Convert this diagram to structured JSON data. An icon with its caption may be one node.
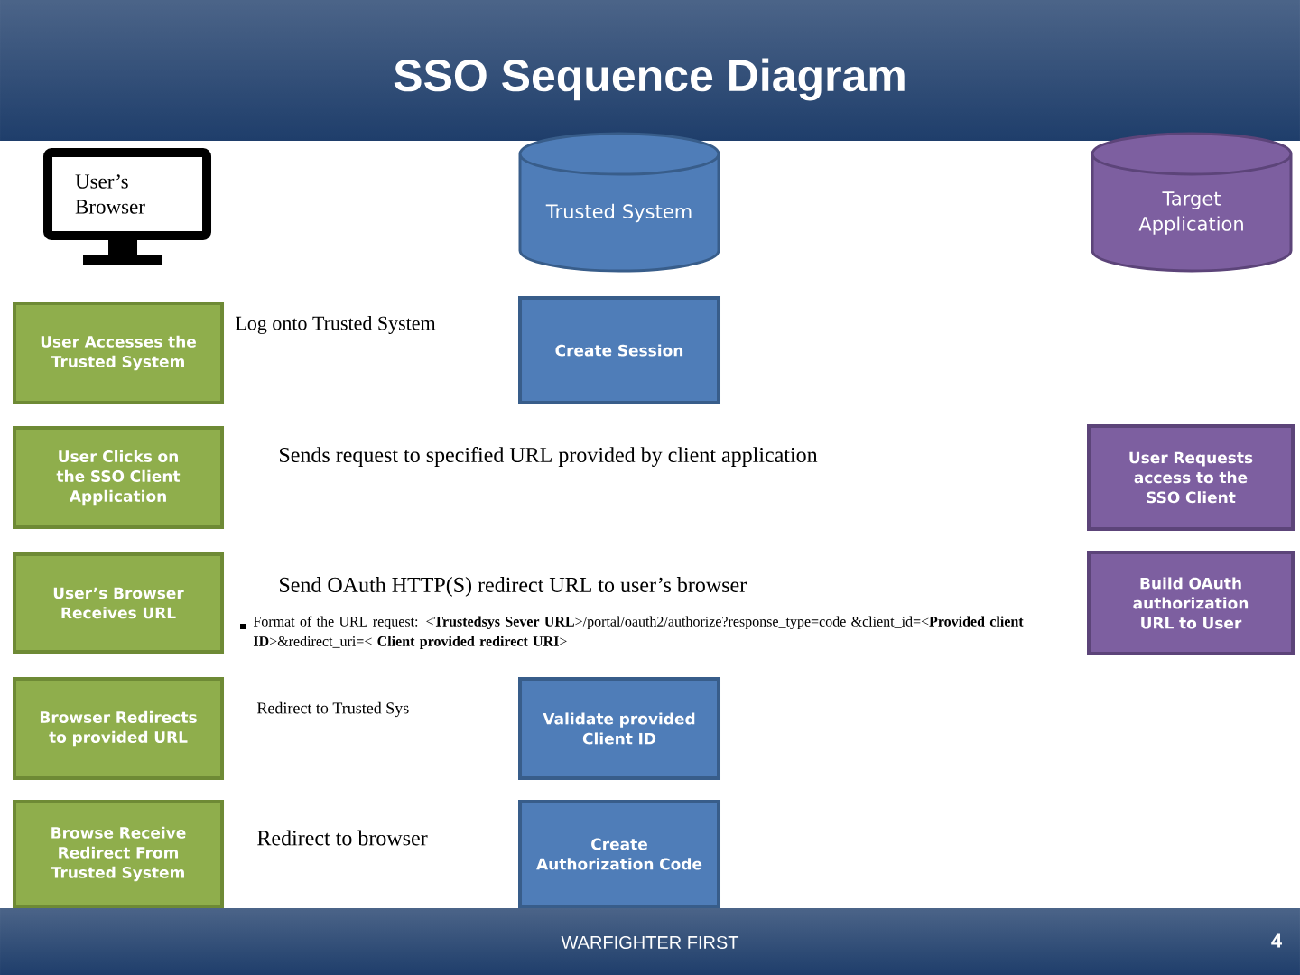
{
  "diagram": {
    "title": "SSO Sequence Diagram",
    "nodes": [
      {
        "text": [
          "User’s Browser"
        ]
      },
      {
        "text": [
          "Trusted System"
        ]
      },
      {
        "text": [
          "Target Application"
        ]
      },
      {
        "text": [
          "User Accesses the Trusted System"
        ]
      },
      {
        "text": [
          "Create Session"
        ]
      },
      {
        "text": [
          "User Clicks on the SSO Client Application"
        ]
      },
      {
        "text": [
          "User Requests access to the SSO Client"
        ]
      },
      {
        "text": [
          "User’s Browser Receives URL"
        ]
      },
      {
        "text": [
          "Build OAuth authorization URL to User"
        ]
      },
      {
        "text": [
          "Browser Redirects to provided URL"
        ]
      },
      {
        "text": [
          "Validate provided Client ID"
        ]
      },
      {
        "text": [
          "Browse Receive Redirect From Trusted System"
        ]
      },
      {
        "text": [
          "Create Authorization Code"
        ]
      }
    ],
    "labels": [
      "Log onto Trusted System",
      "Sends request to specified URL provided by client application",
      "Send OAuth HTTP(S) redirect URL to user’s browser",
      "Format of the URL request: <**Trustedsys Sever URL**>/portal/oauth2/authorize?response_type=code &client_id=<**Provided client ID**>&redirect_uri=< **Client provided redirect URI**>",
      "Redirect to Trusted Sys",
      "Redirect to browser",
      "WARFIGHTER FIRST",
      "4"
    ]
  }
}
